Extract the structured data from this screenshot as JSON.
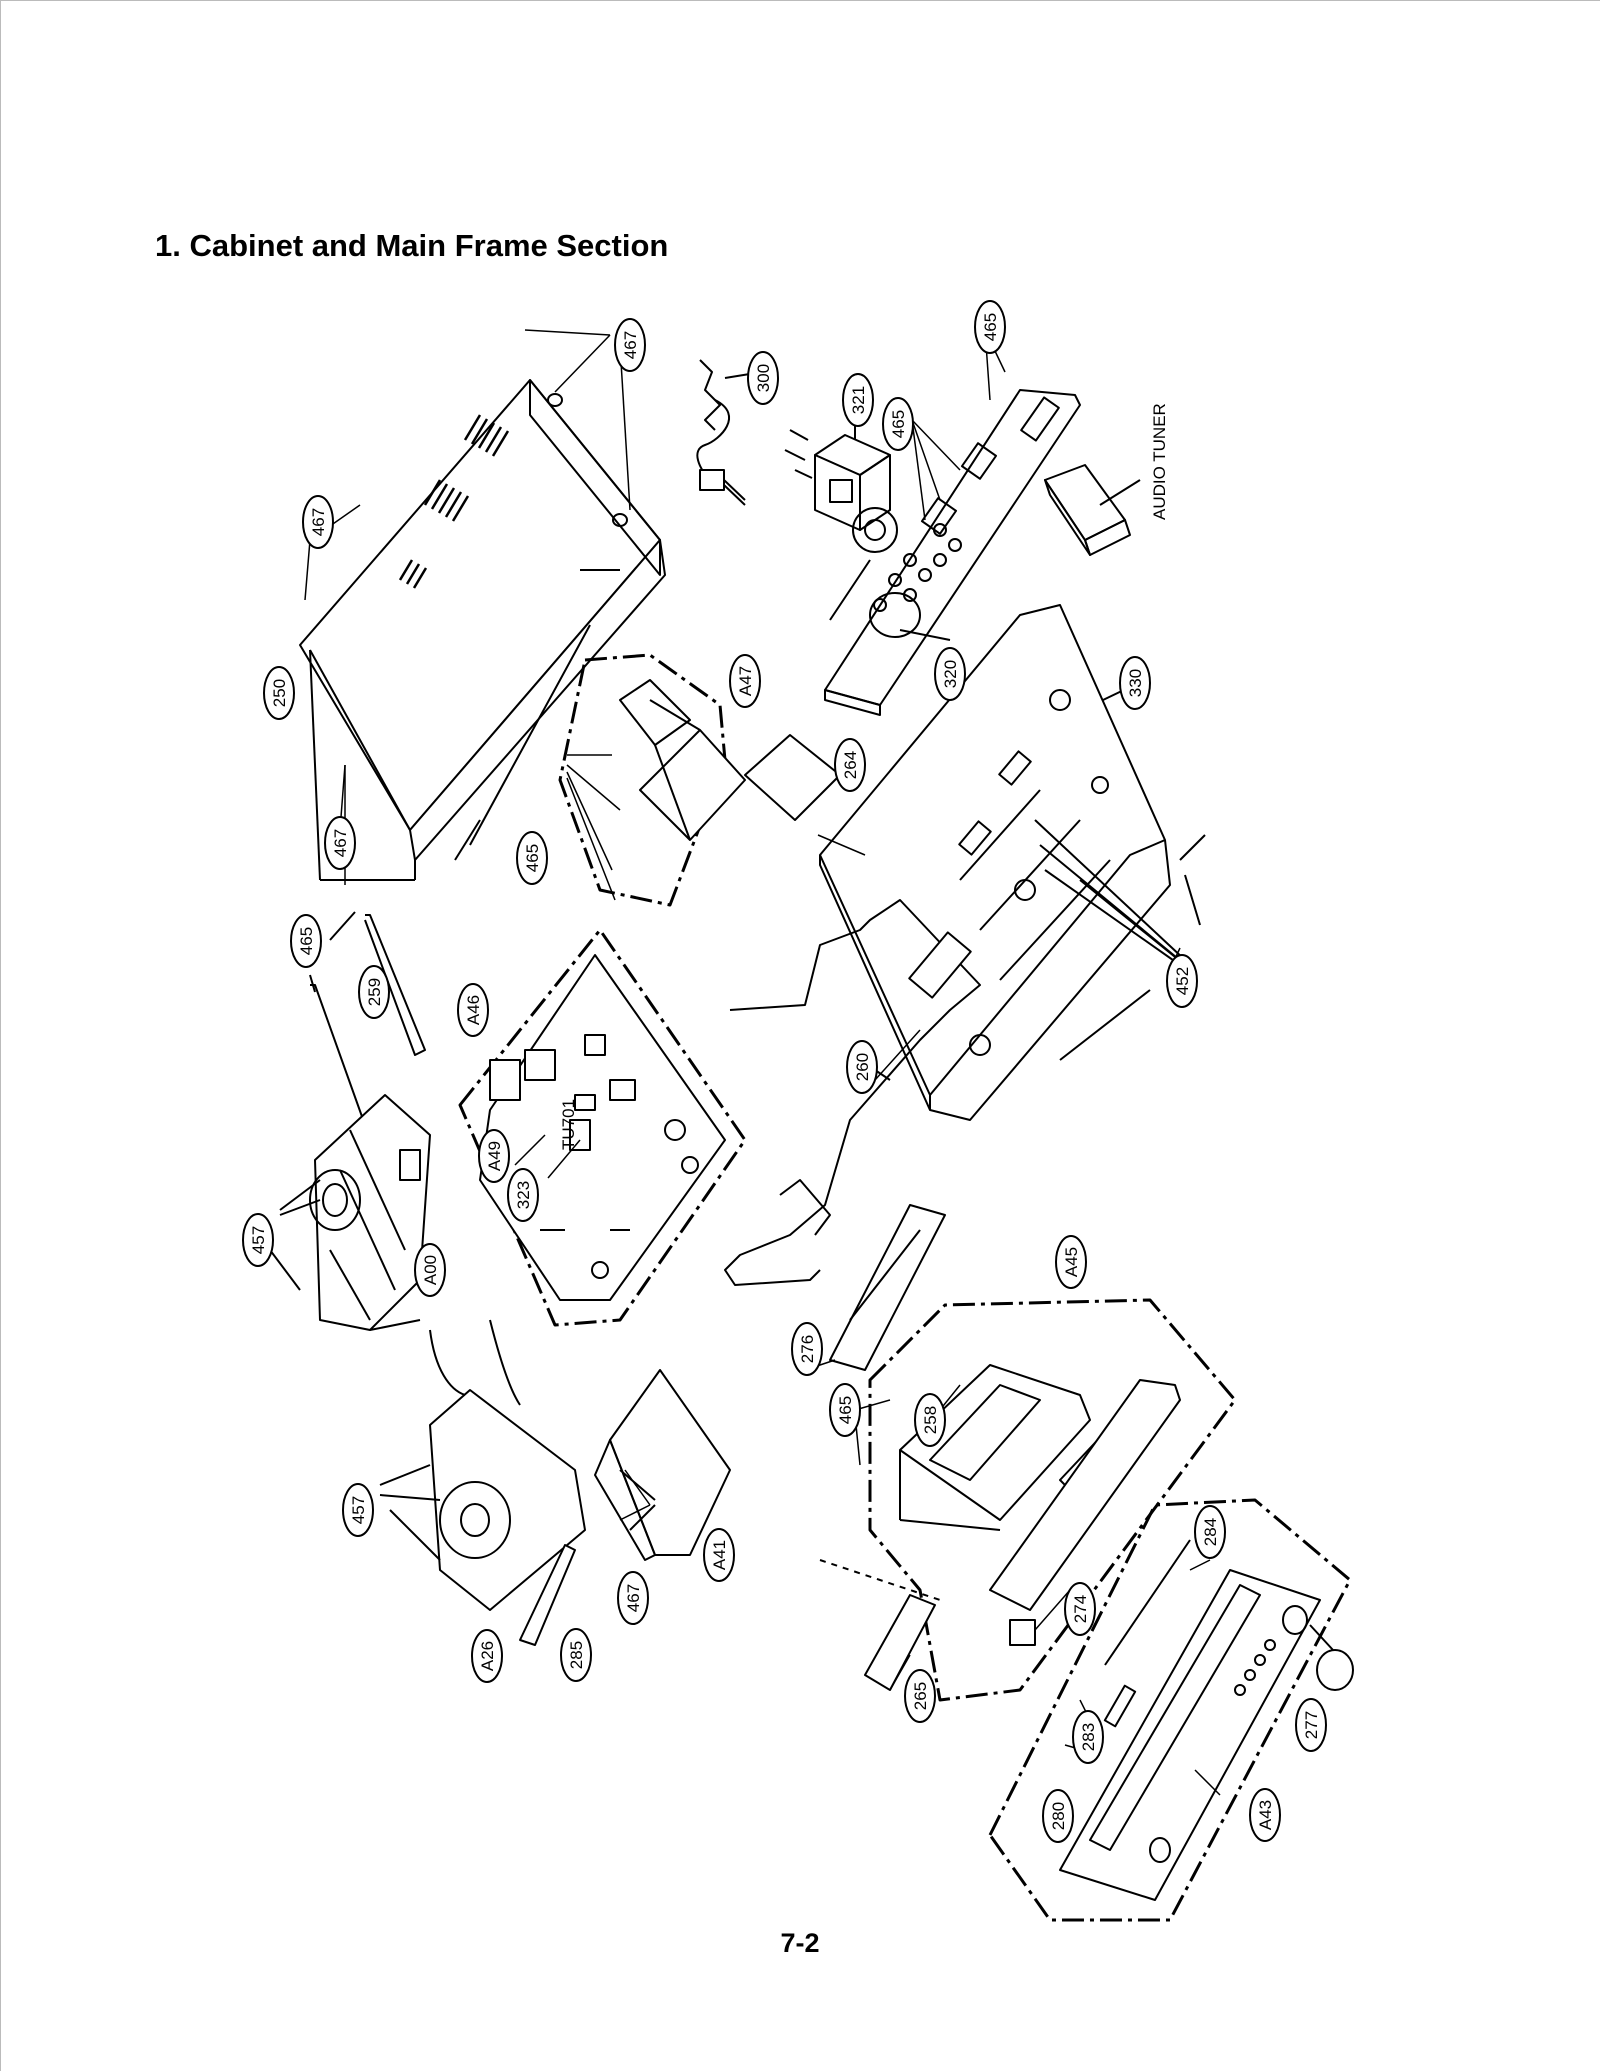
{
  "page": {
    "title": "1. Cabinet and Main Frame Section",
    "page_number": "7-2"
  },
  "labels": [
    {
      "id": "467a",
      "text": "467"
    },
    {
      "id": "300",
      "text": "300"
    },
    {
      "id": "465a",
      "text": "465"
    },
    {
      "id": "321",
      "text": "321"
    },
    {
      "id": "465b",
      "text": "465"
    },
    {
      "id": "467b",
      "text": "467"
    },
    {
      "id": "250",
      "text": "250"
    },
    {
      "id": "A47",
      "text": "A47"
    },
    {
      "id": "320",
      "text": "320"
    },
    {
      "id": "330",
      "text": "330"
    },
    {
      "id": "264",
      "text": "264"
    },
    {
      "id": "467c",
      "text": "467"
    },
    {
      "id": "465c",
      "text": "465"
    },
    {
      "id": "465d",
      "text": "465"
    },
    {
      "id": "259",
      "text": "259"
    },
    {
      "id": "A46",
      "text": "A46"
    },
    {
      "id": "452",
      "text": "452"
    },
    {
      "id": "260",
      "text": "260"
    },
    {
      "id": "A49",
      "text": "A49"
    },
    {
      "id": "323",
      "text": "323"
    },
    {
      "id": "457a",
      "text": "457"
    },
    {
      "id": "A00",
      "text": "A00"
    },
    {
      "id": "A45",
      "text": "A45"
    },
    {
      "id": "276",
      "text": "276"
    },
    {
      "id": "465e",
      "text": "465"
    },
    {
      "id": "258",
      "text": "258"
    },
    {
      "id": "457b",
      "text": "457"
    },
    {
      "id": "A41",
      "text": "A41"
    },
    {
      "id": "467d",
      "text": "467"
    },
    {
      "id": "284",
      "text": "284"
    },
    {
      "id": "274",
      "text": "274"
    },
    {
      "id": "A26",
      "text": "A26"
    },
    {
      "id": "285",
      "text": "285"
    },
    {
      "id": "265",
      "text": "265"
    },
    {
      "id": "277",
      "text": "277"
    },
    {
      "id": "283",
      "text": "283"
    },
    {
      "id": "280",
      "text": "280"
    },
    {
      "id": "A43",
      "text": "A43"
    }
  ],
  "text_annotations": {
    "audio_tuner": "AUDIO TUNER",
    "tu701": "TU701"
  }
}
